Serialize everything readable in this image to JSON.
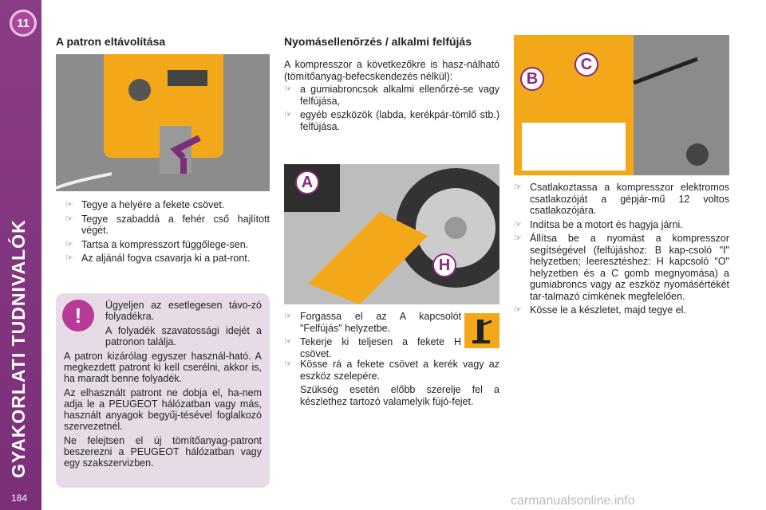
{
  "sidebar": {
    "chapter": "11",
    "title": "GYAKORLATI TUDNIVALÓK",
    "page_number": "184"
  },
  "left": {
    "heading": "A patron eltávolítása",
    "bullets": [
      "Tegye a helyére a fekete csövet.",
      "Tegye szabaddá a fehér cső hajlított végét.",
      "Tartsa a kompresszort függőlege-sen.",
      "Az aljánál fogva csavarja ki a pat-ront."
    ],
    "warning": [
      "Ügyeljen az esetlegesen távo-zó folyadékra.",
      "A folyadék szavatossági idejét a patronon találja.",
      "A patron kizárólag egyszer használ-ható. A megkezdett patront ki kell cserélni, akkor is, ha maradt benne folyadék.",
      "Az elhasznált patront ne dobja el, ha-nem adja le a PEUGEOT hálózatban vagy más, használt anyagok begyűj-tésével foglalkozó szervezetnél.",
      "Ne felejtsen el új tömítőanyag-patront beszerezni a PEUGEOT hálózatban vagy egy szakszervizben."
    ]
  },
  "middle": {
    "heading": "Nyomásellenőrzés / alkalmi felfújás",
    "intro": "A kompresszor a következőkre is hasz-nálható (tömítőanyag-befecskendezés nélkül):",
    "uses": [
      "a gumiabroncsok alkalmi ellenőrzé-se vagy felfújása,",
      "egyéb eszközök (labda, kerékpár-tömlő stb.) felfújása."
    ],
    "photo_labels": [
      "A",
      "H"
    ],
    "steps": [
      "Forgassa el az A kapcsolót \"Felfújás\" helyzetbe.",
      "Tekerje ki teljesen a fekete H csövet.",
      "Kösse rá a fekete csövet a kerék vagy az eszköz szelepére."
    ],
    "note": "Szükség esetén előbb szerelje fel a készlethez tartozó valamelyik fújó-fejet."
  },
  "right": {
    "photo_labels": [
      "B",
      "C"
    ],
    "steps": [
      "Csatlakoztassa a kompresszor elektromos csatlakozóját a gépjár-mű 12 voltos csatlakozójára.",
      "Indítsa be a motort és hagyja járni.",
      "Állítsa be a nyomást a kompresszor segítségével (felfújáshoz: B kap-csoló \"I\" helyzetben; leeresztéshez: H kapcsoló \"O\" helyzetben és a C gomb megnyomása) a gumiabroncs vagy az eszköz nyomásértékét tar-talmazó címkének megfelelően.",
      "Kösse le a készletet, majd tegye el."
    ]
  },
  "footer": "carmanualsonline.info",
  "colors": {
    "sidebar": "#7a2f78",
    "accent": "#b73a96",
    "warning_bg": "#e6dbe7",
    "device": "#f3a81a"
  }
}
